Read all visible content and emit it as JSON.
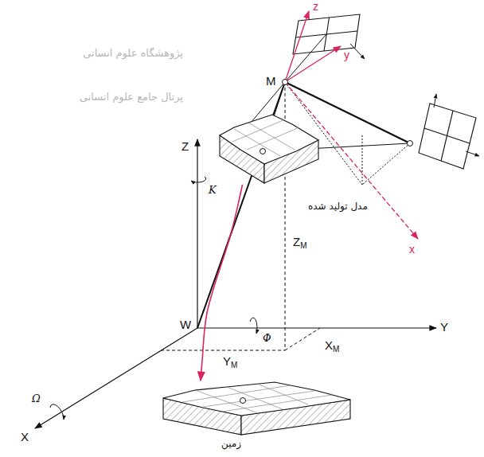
{
  "diagram": {
    "nodes": [
      {
        "text": [
          "مدل تولید شده"
        ]
      },
      {
        "text": [
          "زمین"
        ]
      }
    ],
    "edges": [
      {
        "from": 0,
        "to": 1,
        "arrow": "to"
      }
    ],
    "labels": [
      "Z",
      "K",
      "M",
      "z",
      "y",
      "x",
      "ZM",
      "W",
      "Φ",
      "XM",
      "Y",
      "YM",
      "Ω",
      "X",
      "پژوهشگاه علوم انسانی",
      "پرتال جامع علوم انسانی"
    ]
  }
}
